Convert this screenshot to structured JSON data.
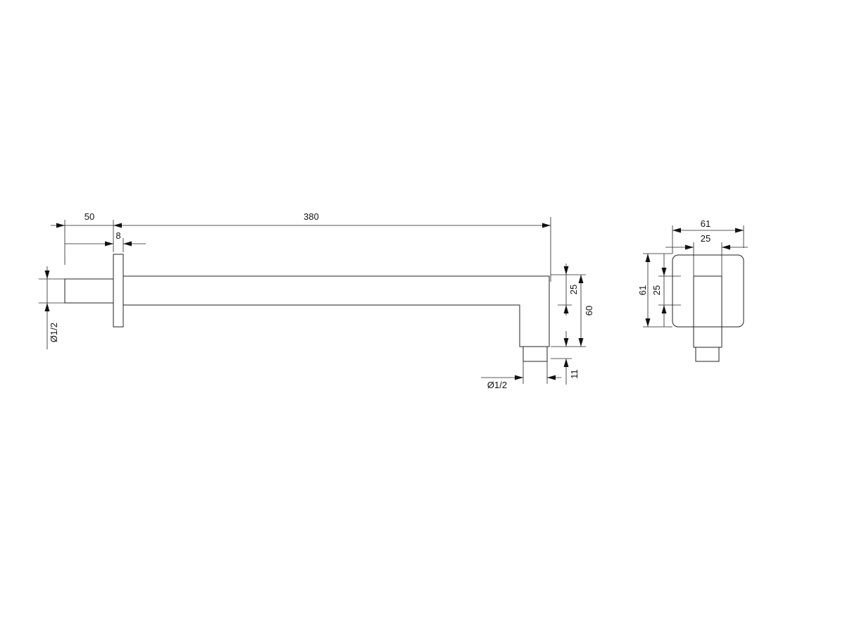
{
  "side_view": {
    "dim_wall_length": "50",
    "dim_flange_thickness": "8",
    "dim_arm_length": "380",
    "dim_arm_height": "25",
    "dim_total_drop": "60",
    "dim_outlet_length": "11",
    "thread_inlet": "Ø1/2",
    "thread_outlet": "Ø1/2"
  },
  "end_view": {
    "dim_flange_width": "61",
    "dim_arm_width": "25",
    "dim_flange_height": "61",
    "dim_arm_height": "25"
  }
}
